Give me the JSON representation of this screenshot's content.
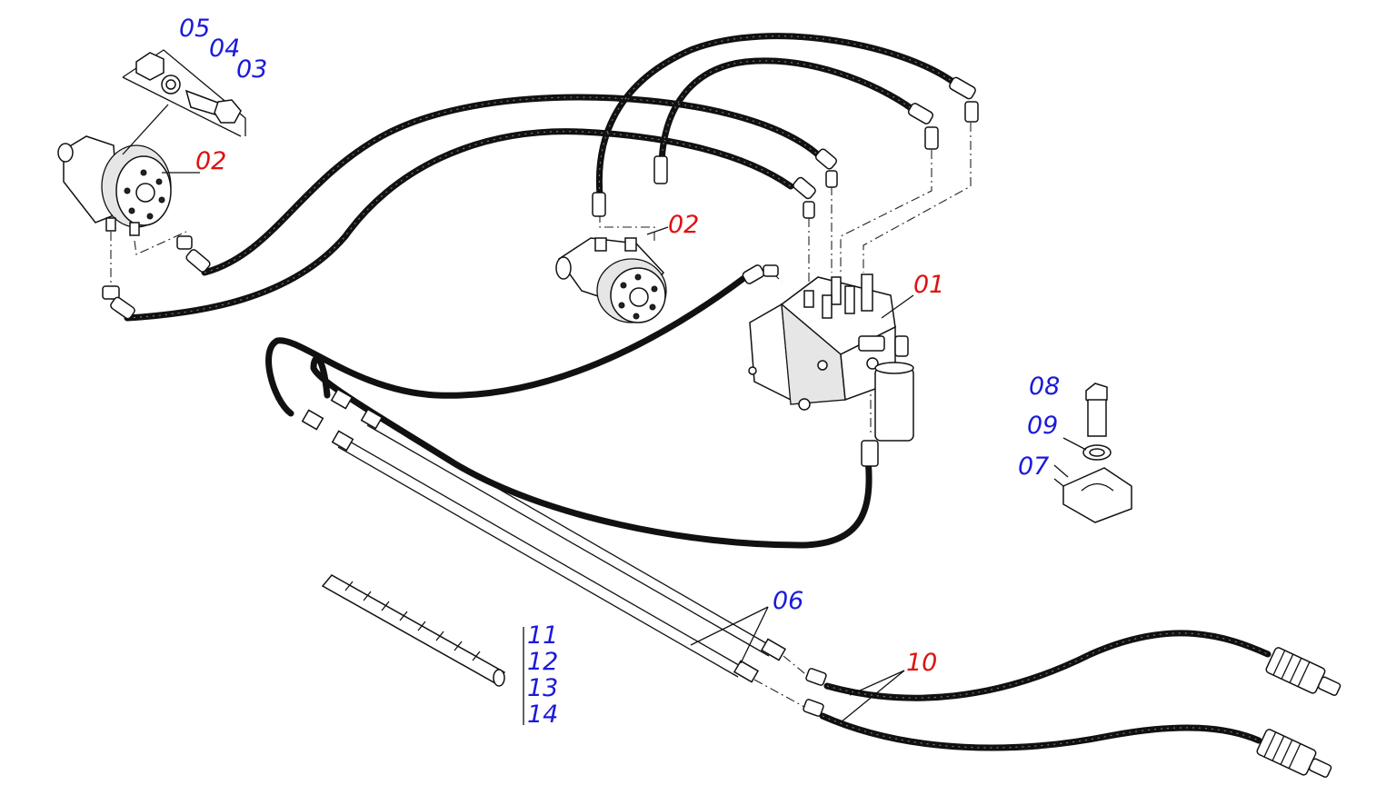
{
  "labels": {
    "p05": {
      "text": "05",
      "color": "#1a1adb"
    },
    "p04": {
      "text": "04",
      "color": "#1a1adb"
    },
    "p03": {
      "text": "03",
      "color": "#1a1adb"
    },
    "p02a": {
      "text": "02",
      "color": "#e01010"
    },
    "p02b": {
      "text": "02",
      "color": "#e01010"
    },
    "p01": {
      "text": "01",
      "color": "#e01010"
    },
    "p08": {
      "text": "08",
      "color": "#1a1adb"
    },
    "p09": {
      "text": "09",
      "color": "#1a1adb"
    },
    "p07": {
      "text": "07",
      "color": "#1a1adb"
    },
    "p06": {
      "text": "06",
      "color": "#1a1adb"
    },
    "p10": {
      "text": "10",
      "color": "#e01010"
    },
    "p11": {
      "text": "11",
      "color": "#1a1adb"
    },
    "p12": {
      "text": "12",
      "color": "#1a1adb"
    },
    "p13": {
      "text": "13",
      "color": "#1a1adb"
    },
    "p14": {
      "text": "14",
      "color": "#1a1adb"
    }
  },
  "parts": {
    "valve_block": "hydraulic-valve-block",
    "motor_left": "hydraulic-motor",
    "motor_center": "hydraulic-motor",
    "filter": "hydraulic-filter",
    "quick_couplers": "quick-coupler",
    "protective_sleeve": "protective-spiral-sleeve",
    "clamp": "hose-clamp",
    "bolt_set": "bolt-washer-nut"
  }
}
